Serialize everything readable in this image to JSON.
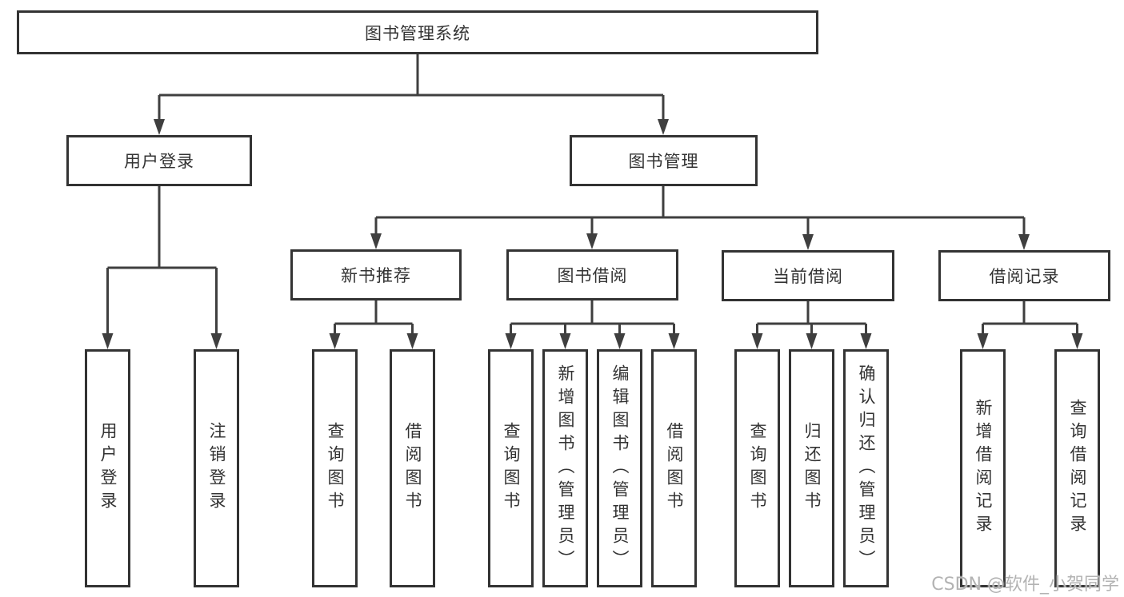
{
  "diagram": {
    "root": {
      "label": "图书管理系统"
    },
    "level2": [
      {
        "label": "用户登录"
      },
      {
        "label": "图书管理"
      }
    ],
    "level3": [
      {
        "label": "新书推荐"
      },
      {
        "label": "图书借阅"
      },
      {
        "label": "当前借阅"
      },
      {
        "label": "借阅记录"
      }
    ],
    "leaves": {
      "login": [
        {
          "label": "用户登录"
        },
        {
          "label": "注销登录"
        }
      ],
      "recommend": [
        {
          "label": "查询图书"
        },
        {
          "label": "借阅图书"
        }
      ],
      "borrow": [
        {
          "label": "查询图书"
        },
        {
          "label": "新增图书（管理员）"
        },
        {
          "label": "编辑图书（管理员）"
        },
        {
          "label": "借阅图书"
        }
      ],
      "current": [
        {
          "label": "查询图书"
        },
        {
          "label": "归还图书"
        },
        {
          "label": "确认归还（管理员）"
        }
      ],
      "records": [
        {
          "label": "新增借阅记录"
        },
        {
          "label": "查询借阅记录"
        }
      ]
    },
    "watermark": "CSDN @软件_小贺同学",
    "colors": {
      "line": "#3f3f3f",
      "box_border": "#333333",
      "text": "#333333",
      "watermark": "#b3b3b3",
      "background": "#ffffff"
    }
  }
}
